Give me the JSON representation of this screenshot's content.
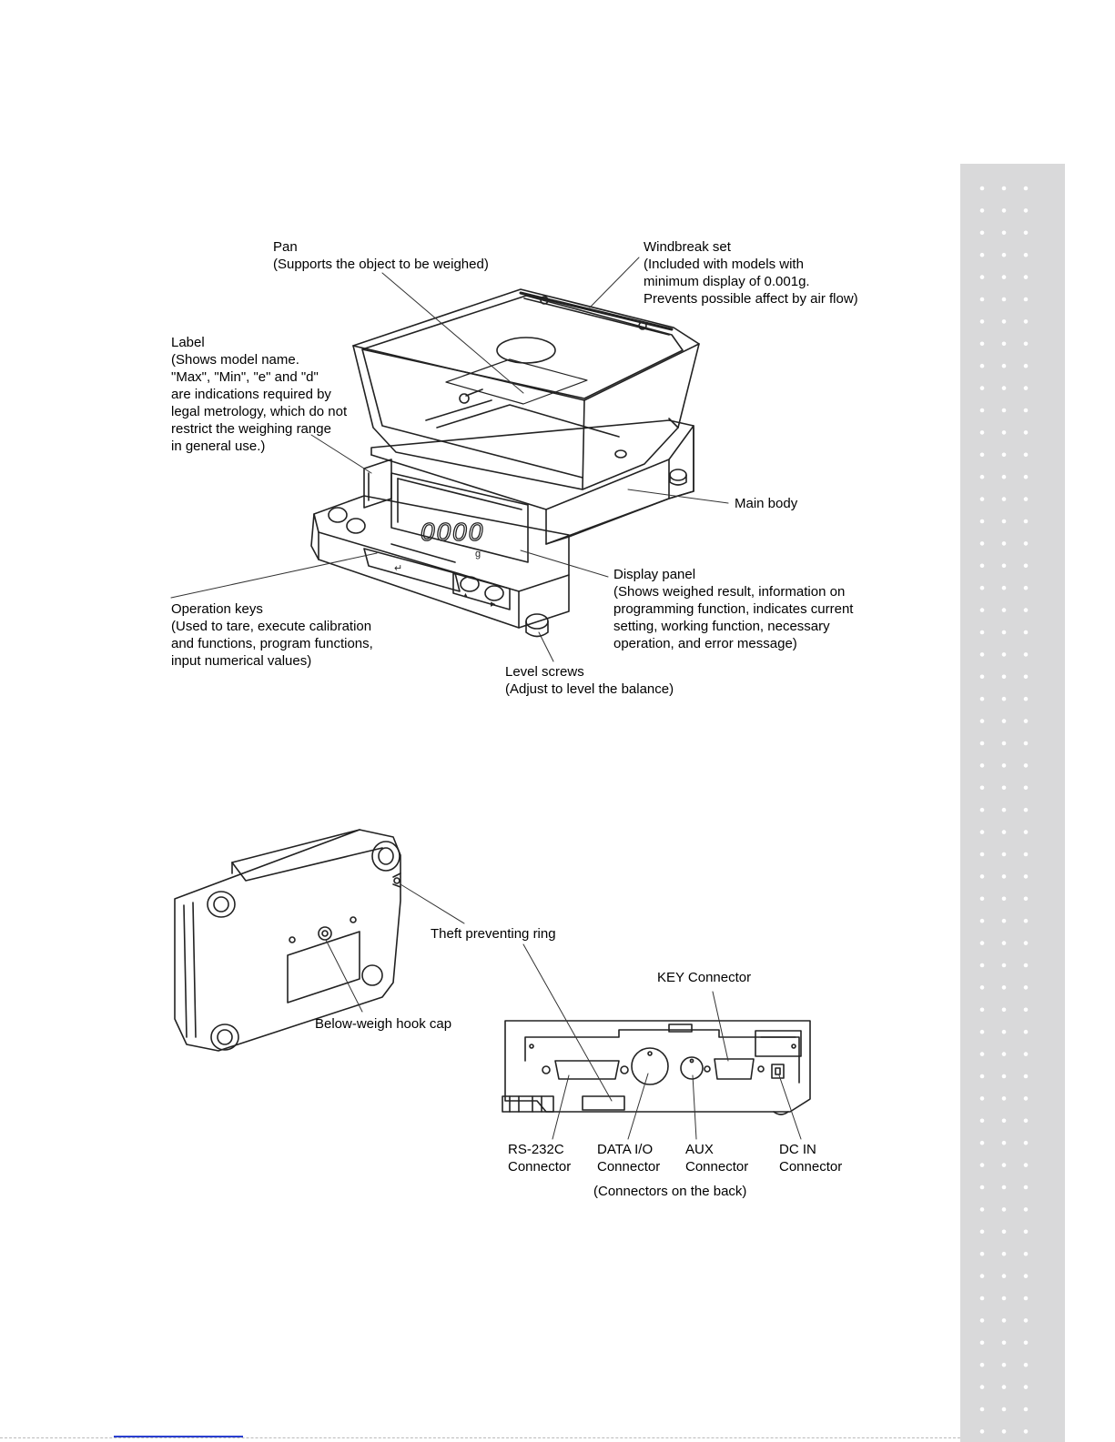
{
  "diagram_top": {
    "pan": {
      "title": "Pan",
      "desc": "(Supports the object to be weighed)"
    },
    "windbreak": {
      "title": "Windbreak set",
      "lines": [
        "(Included with models with",
        "minimum display of 0.001g.",
        "Prevents possible affect by air flow)"
      ]
    },
    "label": {
      "title": "Label",
      "lines": [
        "(Shows model name.",
        "\"Max\", \"Min\", \"e\" and \"d\"",
        "are indications required by",
        "legal metrology, which do not",
        "restrict the weighing range",
        "in general use.)"
      ]
    },
    "main_body": {
      "title": "Main body"
    },
    "display_panel": {
      "title": "Display panel",
      "lines": [
        "(Shows weighed result, information on",
        "programming function, indicates current",
        "setting, working function, necessary",
        "operation, and error message)"
      ]
    },
    "operation_keys": {
      "title": "Operation keys",
      "lines": [
        "(Used to tare, execute calibration",
        "and functions, program functions,",
        "input numerical values)"
      ]
    },
    "level_screws": {
      "title": "Level screws",
      "desc": "(Adjust to level the balance)"
    },
    "display_reading": "0000",
    "display_unit": "g"
  },
  "diagram_bottom": {
    "theft_ring": "Theft preventing ring",
    "hook_cap": "Below-weigh hook cap",
    "key_connector": "KEY Connector",
    "rs232c": {
      "l1": "RS-232C",
      "l2": "Connector"
    },
    "data_io": {
      "l1": "DATA I/O",
      "l2": "Connector"
    },
    "aux": {
      "l1": "AUX",
      "l2": "Connector"
    },
    "dc_in": {
      "l1": "DC IN",
      "l2": "Connector"
    },
    "caption": "(Connectors on the back)"
  }
}
